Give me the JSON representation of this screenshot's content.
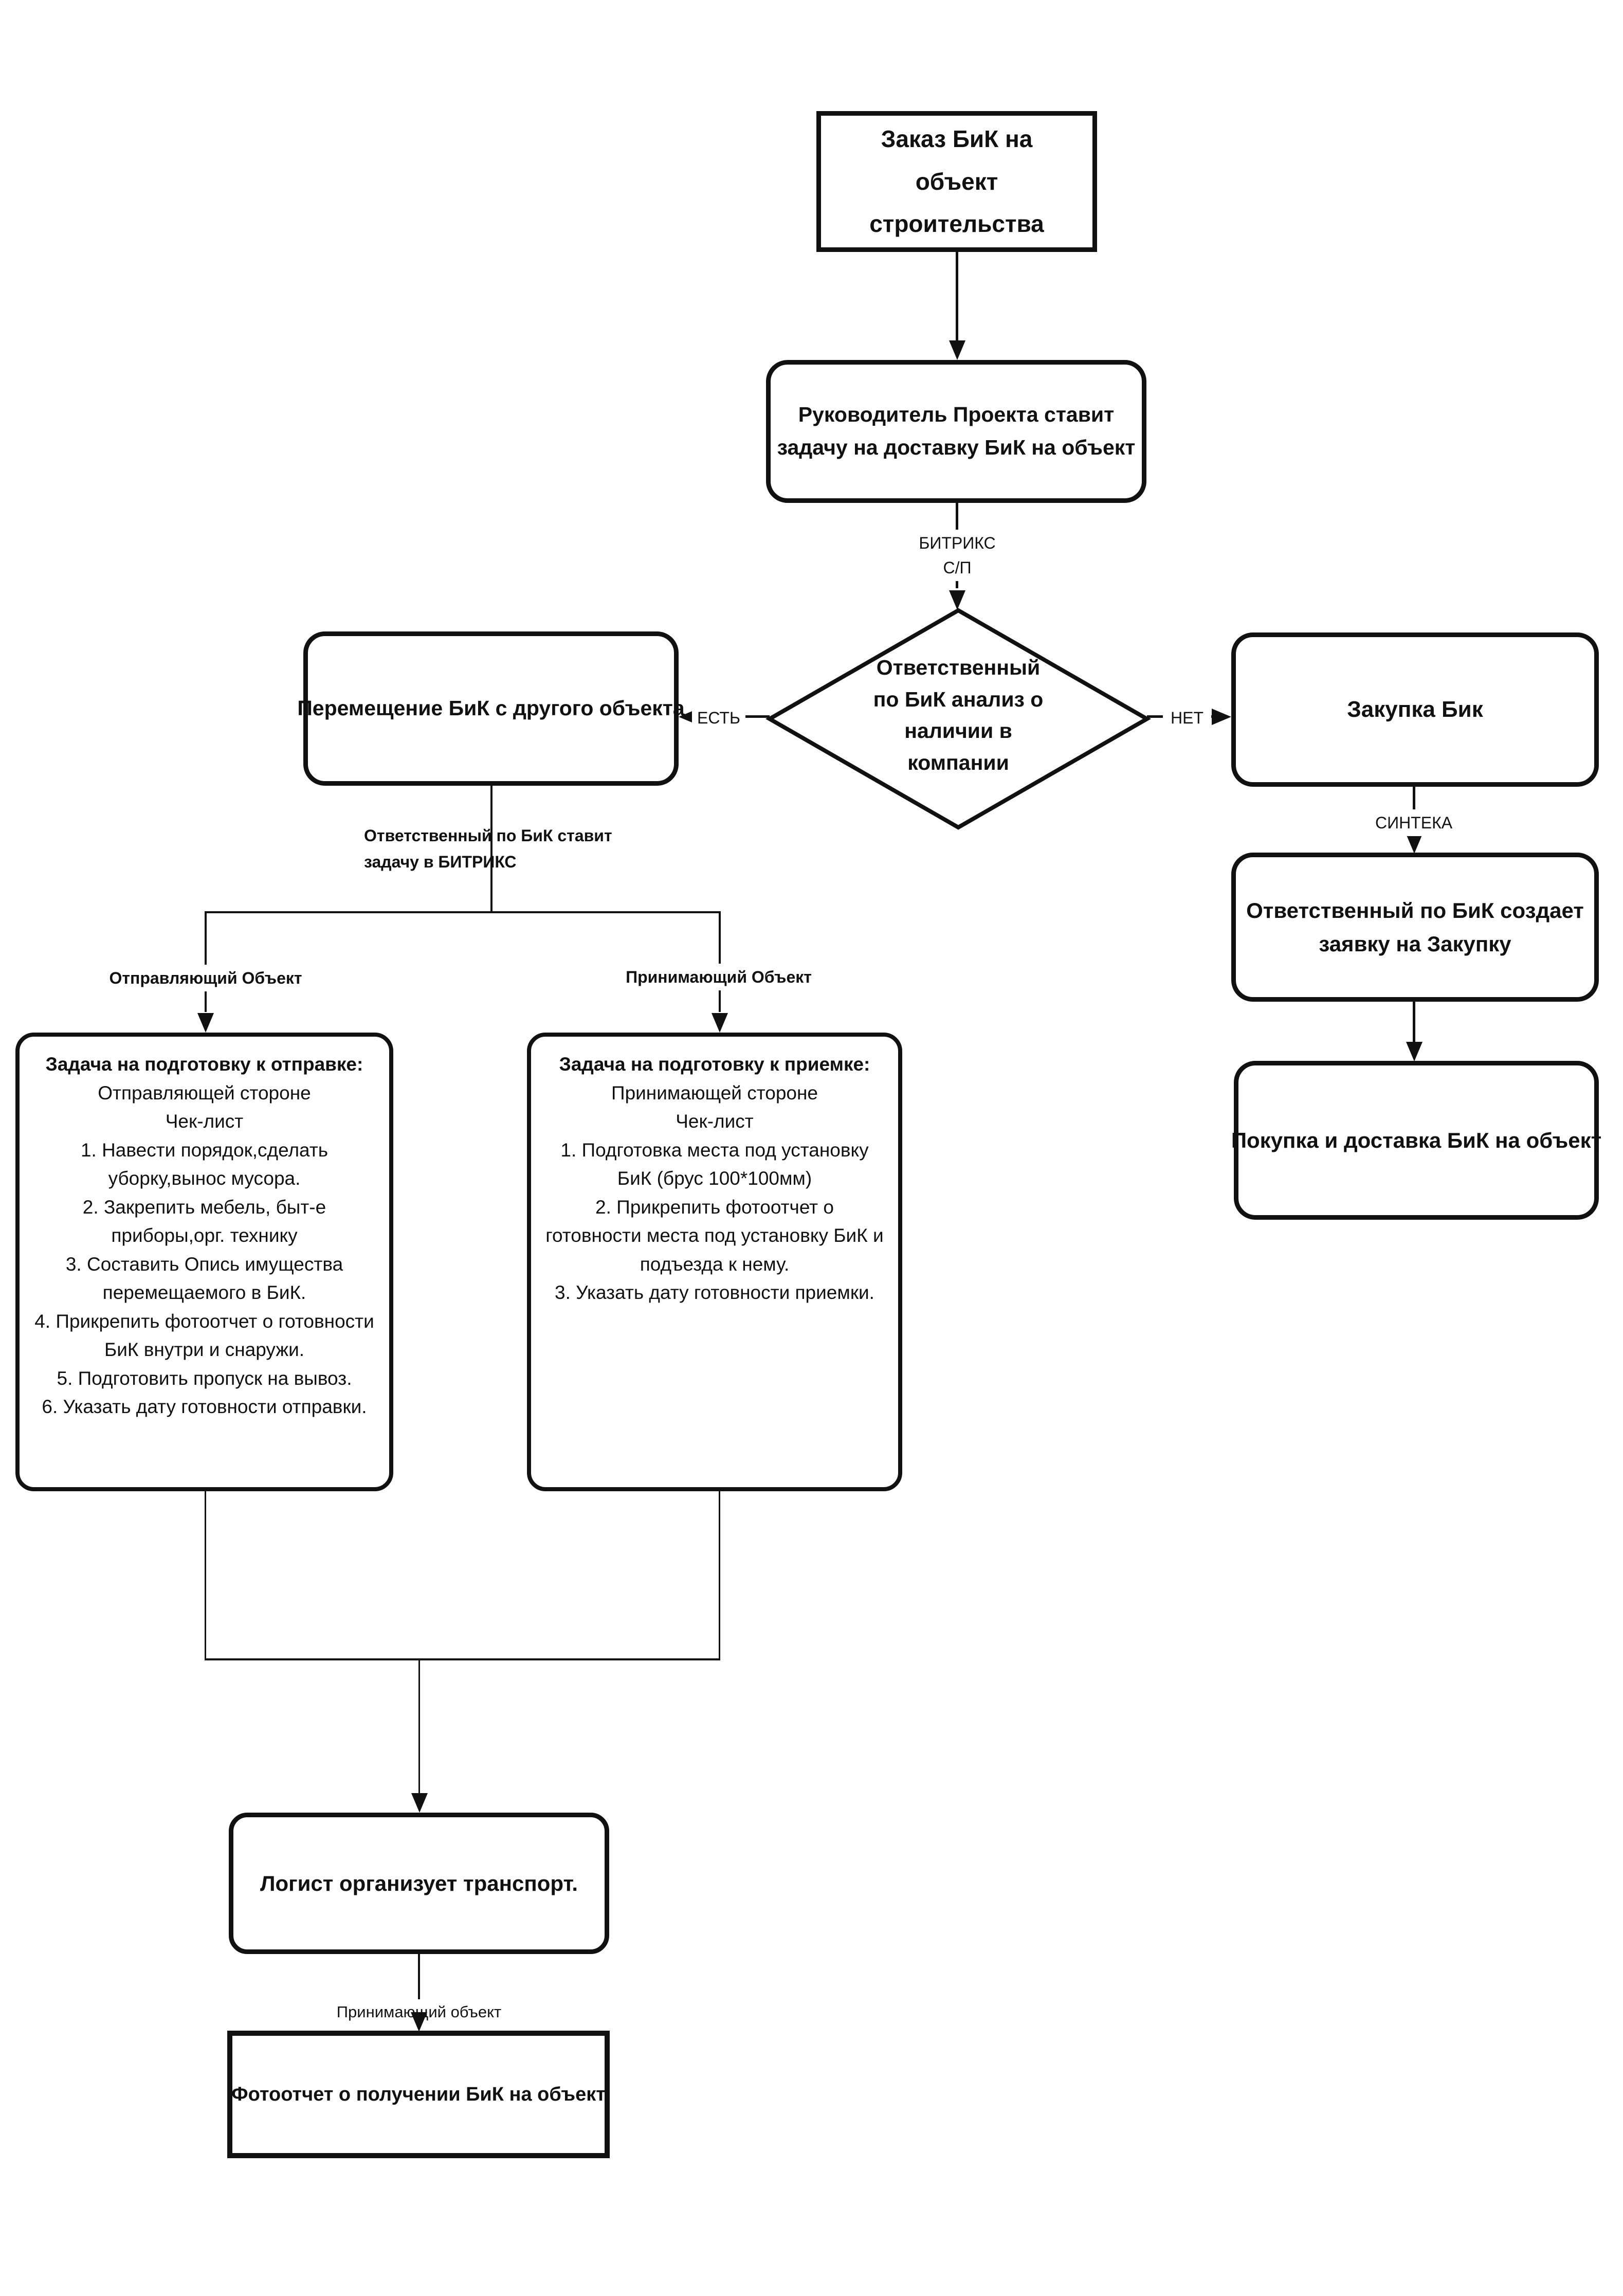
{
  "colors": {
    "ink": "#111111",
    "background": "#ffffff"
  },
  "nodes": {
    "start": {
      "label": "Заказ БиК на объект строительства"
    },
    "pm_task": {
      "label": "Руководитель Проекта ставит задачу на доставку БиК на объект"
    },
    "decision": {
      "label": "Ответственный по БиК анализ о наличии в компании"
    },
    "move": {
      "label": "Перемещение БиК с другого объекта"
    },
    "purchase": {
      "label": "Закупка Бик"
    },
    "purchase_request": {
      "label": "Ответственный по БиК создает заявку на Закупку"
    },
    "purchase_delivery": {
      "label": "Покупка и доставка БиК на объект"
    },
    "send_checklist": {
      "title": "Задача на подготовку к отправке:",
      "subtitle": "Отправляющей стороне",
      "list_label": "Чек-лист",
      "items": [
        "Навести порядок,сделать уборку,вынос мусора.",
        "Закрепить мебель, быт-е приборы,орг. технику",
        "Составить Опись имущества перемещаемого в БиК.",
        "Прикрепить фотоотчет о готовности БиК внутри и снаружи.",
        "Подготовить пропуск на вывоз.",
        "Указать дату готовности отправки."
      ]
    },
    "receive_checklist": {
      "title": "Задача на подготовку к приемке:",
      "subtitle": "Принимающей стороне",
      "list_label": "Чек-лист",
      "items": [
        "Подготовка места под установку БиК (брус 100*100мм)",
        "Прикрепить фотоотчет о готовности места под установку БиК и подъезда к нему.",
        "Указать дату готовности приемки."
      ]
    },
    "logistics": {
      "label": "Логист организует транспорт."
    },
    "photo_report": {
      "label": "Фотоотчет о получении БиК на объект"
    }
  },
  "edge_labels": {
    "bitrix": "БИТРИКС",
    "sp": "С/П",
    "yes": "ЕСТЬ",
    "no": "НЕТ",
    "sinteka": "СИНТЕКА",
    "resp_sets_task": "Ответственный по БиК ставит задачу в БИТРИКС",
    "sending_object": "Отправляющий Объект",
    "receiving_object": "Принимающий Объект",
    "receiving_object_small": "Принимающий объект"
  }
}
